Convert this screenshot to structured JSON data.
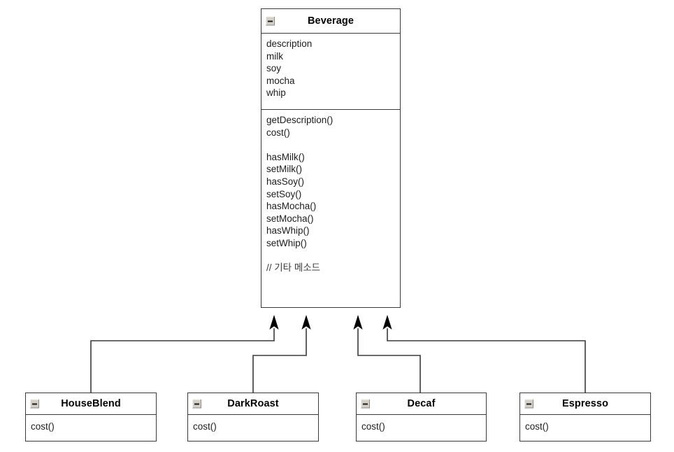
{
  "diagram": {
    "type": "uml-class-diagram",
    "background_color": "#ffffff",
    "line_color": "#3a3a3a",
    "title_color": "#000000",
    "text_color": "#1c1c1c"
  },
  "base_class": {
    "name": "Beverage",
    "collapse_icon": "minus-box-icon",
    "attributes": [
      "description",
      "milk",
      "soy",
      "mocha",
      "whip"
    ],
    "operations": [
      "getDescription()",
      "cost()",
      "",
      "hasMilk()",
      "setMilk()",
      "hasSoy()",
      "setSoy()",
      "hasMocha()",
      "setMocha()",
      "hasWhip()",
      "setWhip()",
      "",
      "// 기타 메소드"
    ]
  },
  "subclasses": [
    {
      "name": "HouseBlend",
      "collapse_icon": "minus-box-icon",
      "operations": [
        "cost()"
      ]
    },
    {
      "name": "DarkRoast",
      "collapse_icon": "minus-box-icon",
      "operations": [
        "cost()"
      ]
    },
    {
      "name": "Decaf",
      "collapse_icon": "minus-box-icon",
      "operations": [
        "cost()"
      ]
    },
    {
      "name": "Espresso",
      "collapse_icon": "minus-box-icon",
      "operations": [
        "cost()"
      ]
    }
  ],
  "relationships": [
    {
      "from": "HouseBlend",
      "to": "Beverage",
      "kind": "inheritance",
      "arrowhead": "solid-filled-arrow"
    },
    {
      "from": "DarkRoast",
      "to": "Beverage",
      "kind": "inheritance",
      "arrowhead": "solid-filled-arrow"
    },
    {
      "from": "Decaf",
      "to": "Beverage",
      "kind": "inheritance",
      "arrowhead": "solid-filled-arrow"
    },
    {
      "from": "Espresso",
      "to": "Beverage",
      "kind": "inheritance",
      "arrowhead": "solid-filled-arrow"
    }
  ]
}
